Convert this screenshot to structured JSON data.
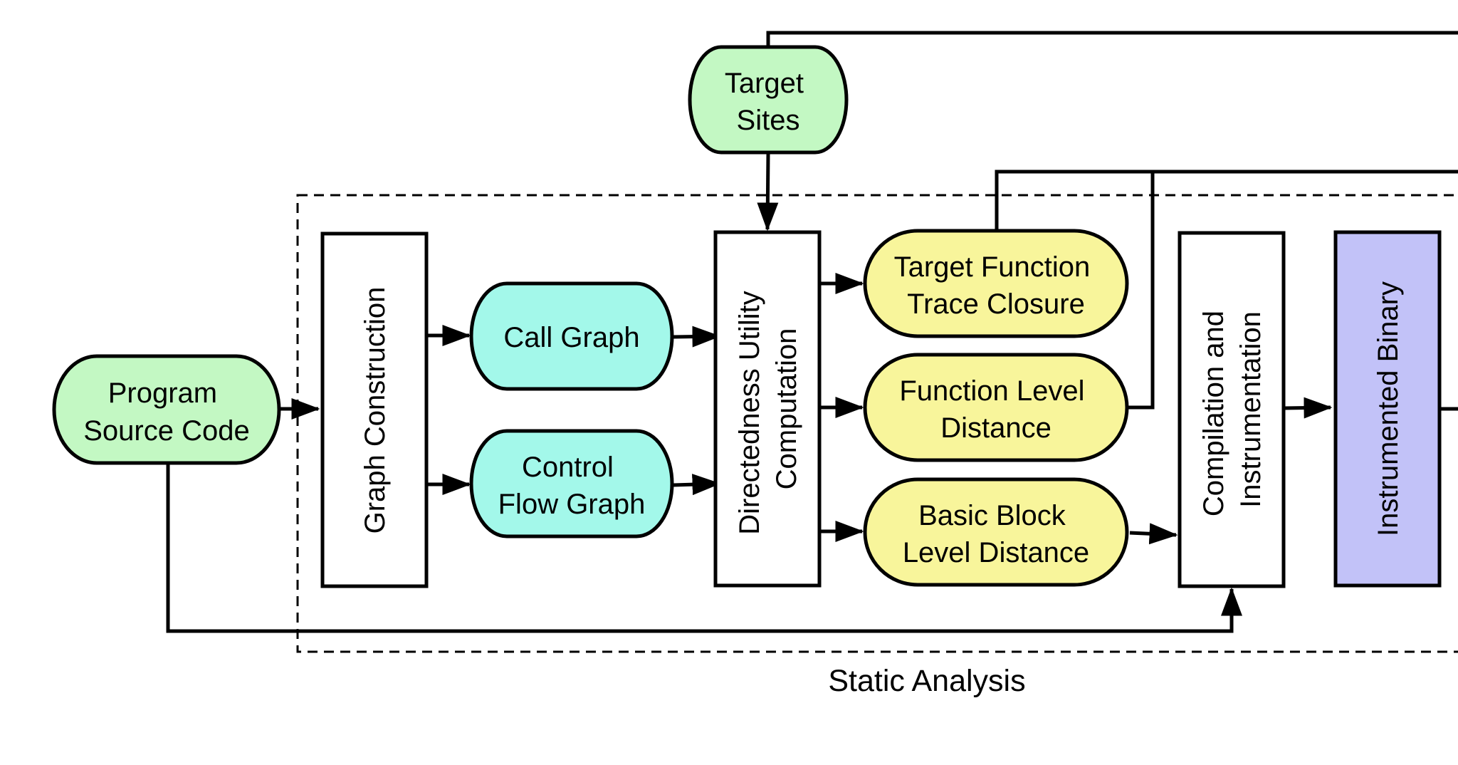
{
  "colors": {
    "input": "#c3f8c3",
    "graph": "#a3f8ea",
    "distance": "#f8f59b",
    "binary": "#c2c2f8",
    "box": "#ffffff",
    "line": "#000000"
  },
  "target_sites": {
    "line1": "Target",
    "line2": "Sites"
  },
  "program_source": {
    "line1": "Program",
    "line2": "Source Code"
  },
  "graph_construction": {
    "label": "Graph Construction"
  },
  "call_graph": {
    "label": "Call Graph"
  },
  "control_flow_graph": {
    "line1": "Control",
    "line2": "Flow Graph"
  },
  "directedness": {
    "line1": "Directedness Utility",
    "line2": "Computation"
  },
  "trace_closure": {
    "line1": "Target Function",
    "line2": "Trace Closure"
  },
  "function_distance": {
    "line1": "Function Level",
    "line2": "Distance"
  },
  "bb_distance": {
    "line1": "Basic Block",
    "line2": "Level Distance"
  },
  "compilation": {
    "line1": "Compilation and",
    "line2": "Instrumentation"
  },
  "binary": {
    "label": "Instrumented Binary"
  },
  "static_analysis": {
    "label": "Static Analysis"
  }
}
